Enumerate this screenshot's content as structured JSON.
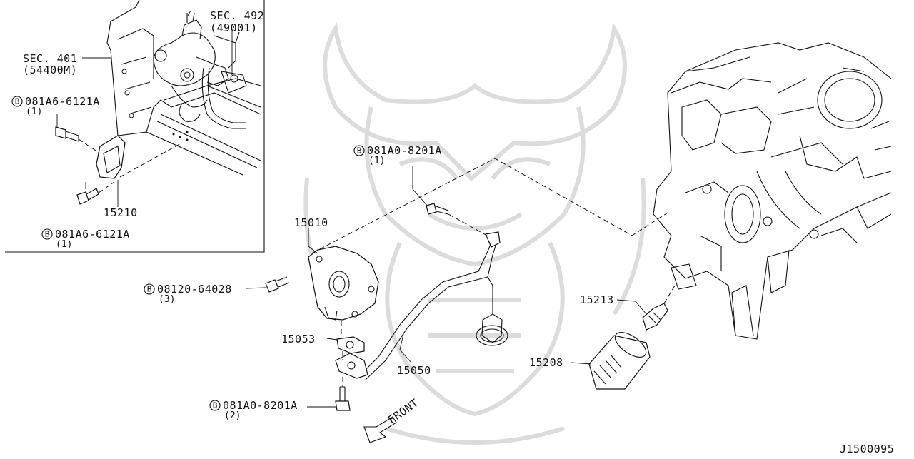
{
  "diagram": {
    "code": "J1500095",
    "front_label": "FRONT",
    "inset": {
      "sec_401": {
        "ref": "SEC. 401",
        "sub": "(54400M)"
      },
      "sec_492": {
        "ref": "SEC. 492",
        "sub": "(49001)"
      },
      "bolt_upper": {
        "badge": "B",
        "part": "081A6-6121A",
        "qty": "(1)"
      },
      "bolt_lower": {
        "badge": "B",
        "part": "081A6-6121A",
        "qty": "(1)"
      },
      "bracket": {
        "part": "15210"
      }
    },
    "callouts": {
      "bolt_top": {
        "badge": "B",
        "part": "081A0-8201A",
        "qty": "(1)"
      },
      "pump": {
        "part": "15010"
      },
      "pump_bolts": {
        "badge": "B",
        "part": "08120-64028",
        "qty": "(3)"
      },
      "gasket": {
        "part": "15053"
      },
      "strainer": {
        "part": "15050"
      },
      "bolt_bottom": {
        "badge": "B",
        "part": "081A0-8201A",
        "qty": "(2)"
      },
      "pressure_switch": {
        "part": "15213"
      },
      "oil_filter": {
        "part": "15208"
      }
    }
  }
}
